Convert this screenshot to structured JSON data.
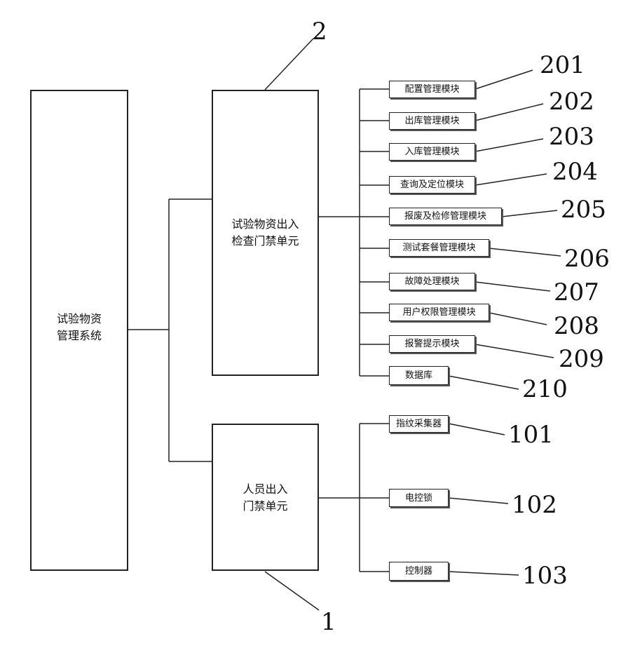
{
  "system": {
    "line1": "试验物资",
    "line2": "管理系统"
  },
  "material_unit": {
    "line1": "试验物资出入",
    "line2": "检查门禁单元",
    "ref": "2"
  },
  "personnel_unit": {
    "line1": "人员出入",
    "line2": "门禁单元",
    "ref": "1"
  },
  "modules": [
    {
      "label": "配置管理模块",
      "ref": "201"
    },
    {
      "label": "出库管理模块",
      "ref": "202"
    },
    {
      "label": "入库管理模块",
      "ref": "203"
    },
    {
      "label": "查询及定位模块",
      "ref": "204"
    },
    {
      "label": "报废及检修管理模块",
      "ref": "205"
    },
    {
      "label": "测试套餐管理模块",
      "ref": "206"
    },
    {
      "label": "故障处理模块",
      "ref": "207"
    },
    {
      "label": "用户权限管理模块",
      "ref": "208"
    },
    {
      "label": "报警提示模块",
      "ref": "209"
    },
    {
      "label": "数据库",
      "ref": "210"
    }
  ],
  "devices": [
    {
      "label": "指纹采集器",
      "ref": "101"
    },
    {
      "label": "电控锁",
      "ref": "102"
    },
    {
      "label": "控制器",
      "ref": "103"
    }
  ]
}
